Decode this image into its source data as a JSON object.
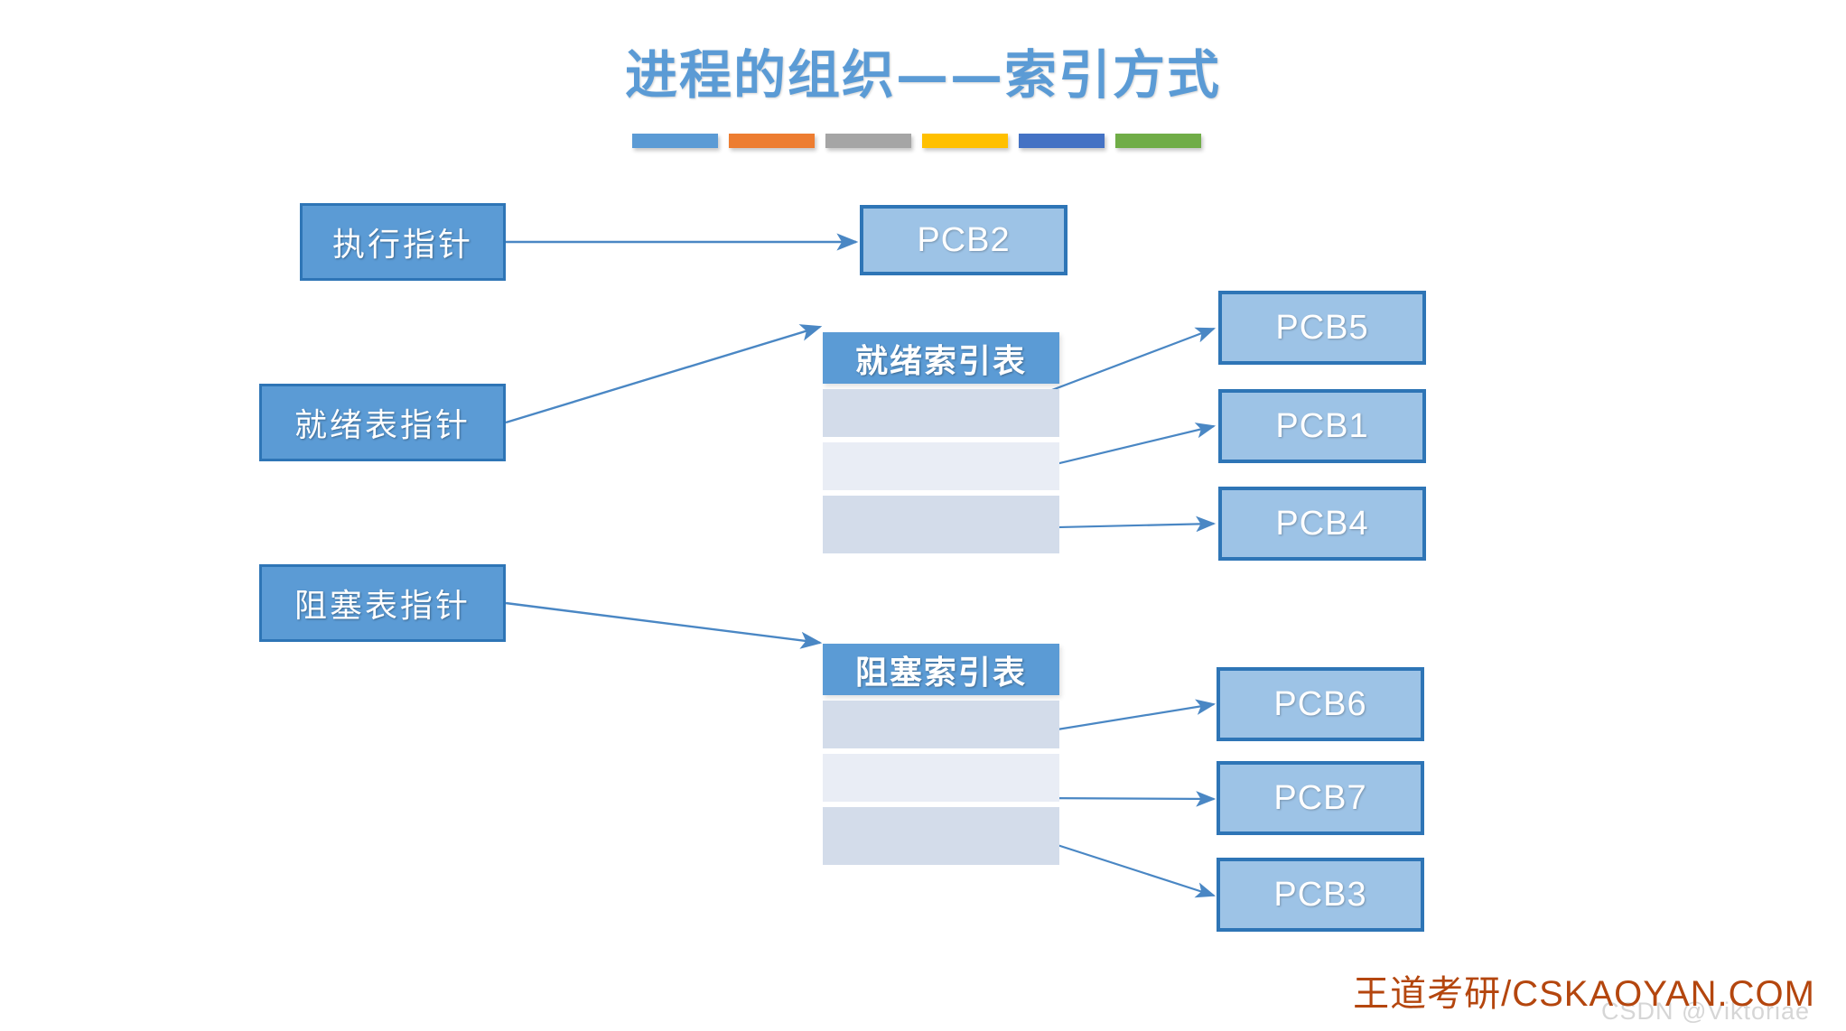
{
  "slide": {
    "title": "进程的组织——索引方式",
    "accent_bars": [
      {
        "name": "bar-blue",
        "color": "#5B9BD5"
      },
      {
        "name": "bar-orange",
        "color": "#ED7D31"
      },
      {
        "name": "bar-gray",
        "color": "#A5A5A5"
      },
      {
        "name": "bar-yellow",
        "color": "#FFC000"
      },
      {
        "name": "bar-navy",
        "color": "#4472C4"
      },
      {
        "name": "bar-green",
        "color": "#70AD47"
      }
    ],
    "colors": {
      "title": "#5B9BD5",
      "pointer_box_fill": "#5B9BD5",
      "pointer_box_border": "#2E75B6",
      "pcb_box_fill": "#9DC3E6",
      "pcb_box_border": "#2E75B6",
      "table_header_fill": "#5B9BD5",
      "table_row_a": "#D3DCEA",
      "table_row_b": "#E9EDF5",
      "connector": "#4A87C4",
      "footer_brand": "#B4460E"
    }
  },
  "pointers": [
    {
      "label": "执行指针"
    },
    {
      "label": "就绪表指针"
    },
    {
      "label": "阻塞表指针"
    }
  ],
  "tables": [
    {
      "header": "就绪索引表",
      "rows": [
        "",
        "",
        ""
      ]
    },
    {
      "header": "阻塞索引表",
      "rows": [
        "",
        "",
        ""
      ]
    }
  ],
  "pcbs": {
    "running": {
      "label": "PCB2"
    },
    "ready": [
      {
        "label": "PCB5"
      },
      {
        "label": "PCB1"
      },
      {
        "label": "PCB4"
      }
    ],
    "blocked": [
      {
        "label": "PCB6"
      },
      {
        "label": "PCB7"
      },
      {
        "label": "PCB3"
      }
    ]
  },
  "footer": {
    "brand": "王道考研/CSKAOYAN.COM",
    "watermark": "CSDN @Viktoriae"
  }
}
